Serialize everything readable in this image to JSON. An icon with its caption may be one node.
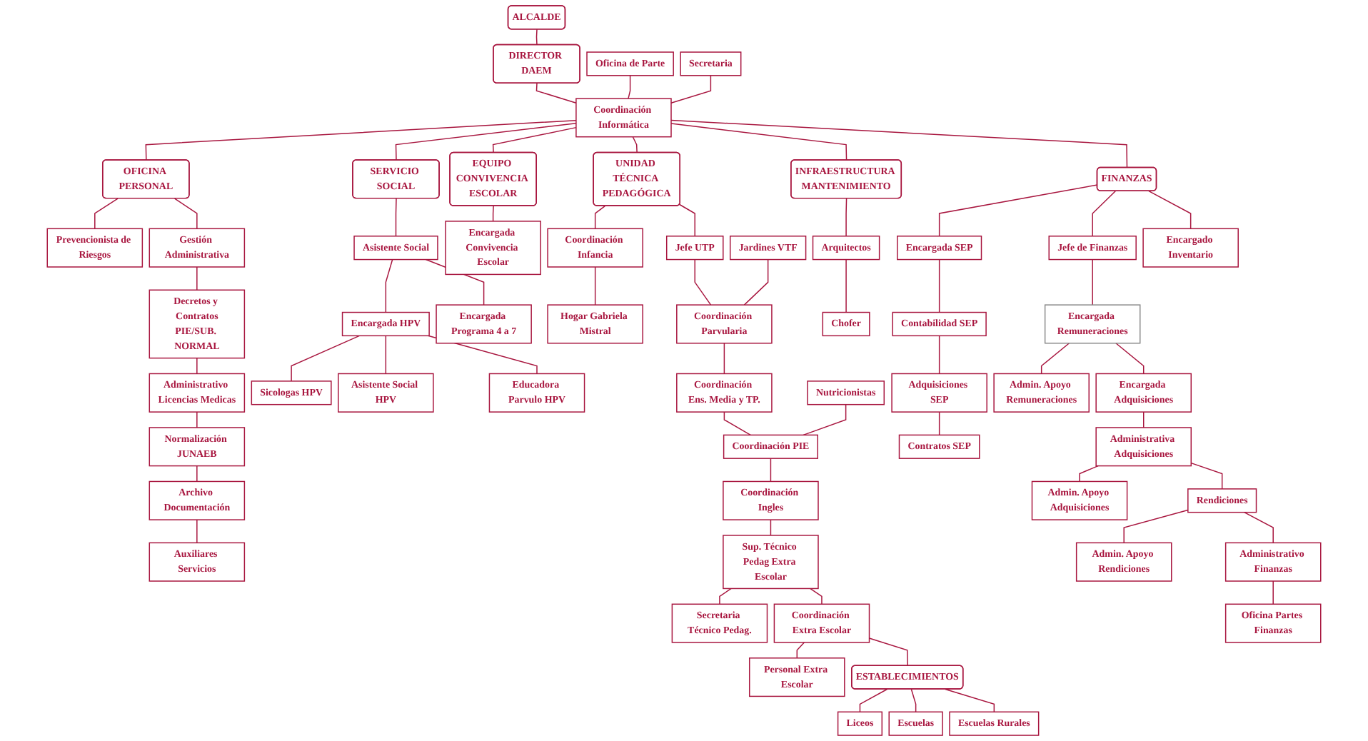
{
  "diagram": {
    "nodes": [
      {
        "text": [
          "ALCALDE"
        ]
      },
      {
        "text": [
          "DIRECTOR DAEM"
        ]
      },
      {
        "text": [
          "Oficina de Parte"
        ]
      },
      {
        "text": [
          "Coordinación Informática"
        ]
      },
      {
        "text": [
          "Secretaria"
        ]
      },
      {
        "text": [
          "OFICINA PERSONAL"
        ]
      },
      {
        "text": [
          "Prevencionista de Riesgos"
        ]
      },
      {
        "text": [
          "Gestión Administrativa"
        ]
      },
      {
        "text": [
          "Decretos y Contratos",
          "PIE/SUB. NORMAL"
        ]
      },
      {
        "text": [
          "Administrativo Licencias Medicas"
        ]
      },
      {
        "text": [
          "Normalización JUNAEB"
        ]
      },
      {
        "text": [
          "Archivo Documentación"
        ]
      },
      {
        "text": [
          "Auxiliares Servicios"
        ]
      },
      {
        "text": [
          "SERVICIO SOCIAL"
        ]
      },
      {
        "text": [
          "Asistente Social"
        ]
      },
      {
        "text": [
          "Encargada HPV"
        ]
      },
      {
        "text": [
          "Encargada Programa 4 a 7"
        ]
      },
      {
        "text": [
          "Sicologas HPV"
        ]
      },
      {
        "text": [
          "Asistente Social HPV"
        ]
      },
      {
        "text": [
          "Educadora Parvulo HPV"
        ]
      },
      {
        "text": [
          "EQUIPO CONVIVENCIA ESCOLAR"
        ]
      },
      {
        "text": [
          "Encargada Convivencia Escolar"
        ]
      },
      {
        "text": [
          "UNIDAD TÉCNICA PEDAGÓGICA"
        ]
      },
      {
        "text": [
          "Coordinación Infancia"
        ]
      },
      {
        "text": [
          "Hogar Gabriela Mistral"
        ]
      },
      {
        "text": [
          "Jefe UTP"
        ]
      },
      {
        "text": [
          "Jardines VTF"
        ]
      },
      {
        "text": [
          "Coordinación Parvularia"
        ]
      },
      {
        "text": [
          "Coordinación Ens. Media y TP."
        ]
      },
      {
        "text": [
          "Nutricionistas"
        ]
      },
      {
        "text": [
          "Coordinación PIE"
        ]
      },
      {
        "text": [
          "Coordinación Ingles"
        ]
      },
      {
        "text": [
          "Sup. Técnico Pedag Extra Escolar"
        ]
      },
      {
        "text": [
          "Secretaria Técnico Pedag."
        ]
      },
      {
        "text": [
          "Coordinación Extra Escolar"
        ]
      },
      {
        "text": [
          "Personal Extra Escolar"
        ]
      },
      {
        "text": [
          "ESTABLECIMIENTOS"
        ]
      },
      {
        "text": [
          "Liceos"
        ]
      },
      {
        "text": [
          "Escuelas"
        ]
      },
      {
        "text": [
          "Escuelas Rurales"
        ]
      },
      {
        "text": [
          "INFRAESTRUCTURA MANTENIMIENTO"
        ]
      },
      {
        "text": [
          "Arquitectos"
        ]
      },
      {
        "text": [
          "Chofer"
        ]
      },
      {
        "text": [
          "FINANZAS"
        ]
      },
      {
        "text": [
          "Jefe de Finanzas"
        ]
      },
      {
        "text": [
          "Encargada SEP"
        ]
      },
      {
        "text": [
          "Contabilidad SEP"
        ]
      },
      {
        "text": [
          "Adquisiciones SEP"
        ]
      },
      {
        "text": [
          "Contratos SEP"
        ]
      },
      {
        "text": [
          "Encargada Remuneraciones"
        ]
      },
      {
        "text": [
          "Admin. Apoyo Remuneraciones"
        ]
      },
      {
        "text": [
          "Encargada Adquisiciones"
        ]
      },
      {
        "text": [
          "Administrativa Adquisiciones"
        ]
      },
      {
        "text": [
          "Admin. Apoyo Adquisiciones"
        ]
      },
      {
        "text": [
          "Rendiciones"
        ]
      },
      {
        "text": [
          "Admin. Apoyo Rendiciones"
        ]
      },
      {
        "text": [
          "Administrativo Finanzas"
        ]
      },
      {
        "text": [
          "Oficina Partes Finanzas"
        ]
      },
      {
        "text": [
          "Encargado Inventario"
        ]
      }
    ],
    "edges": [
      {
        "from": 0,
        "to": 1,
        "arrow": "none"
      },
      {
        "from": 1,
        "to": 3,
        "arrow": "none"
      },
      {
        "from": 2,
        "to": 3,
        "arrow": "none"
      },
      {
        "from": 4,
        "to": 3,
        "arrow": "none"
      },
      {
        "from": 3,
        "to": 5,
        "arrow": "none"
      },
      {
        "from": 3,
        "to": 13,
        "arrow": "none"
      },
      {
        "from": 3,
        "to": 20,
        "arrow": "none"
      },
      {
        "from": 3,
        "to": 22,
        "arrow": "none"
      },
      {
        "from": 3,
        "to": 40,
        "arrow": "none"
      },
      {
        "from": 3,
        "to": 43,
        "arrow": "none"
      },
      {
        "from": 5,
        "to": 6,
        "arrow": "none"
      },
      {
        "from": 5,
        "to": 7,
        "arrow": "none"
      },
      {
        "from": 7,
        "to": 8,
        "arrow": "none"
      },
      {
        "from": 8,
        "to": 9,
        "arrow": "none"
      },
      {
        "from": 9,
        "to": 10,
        "arrow": "none"
      },
      {
        "from": 10,
        "to": 11,
        "arrow": "none"
      },
      {
        "from": 11,
        "to": 12,
        "arrow": "none"
      },
      {
        "from": 13,
        "to": 14,
        "arrow": "none"
      },
      {
        "from": 14,
        "to": 15,
        "arrow": "none"
      },
      {
        "from": 14,
        "to": 16,
        "arrow": "none"
      },
      {
        "from": 15,
        "to": 17,
        "arrow": "none"
      },
      {
        "from": 15,
        "to": 18,
        "arrow": "none"
      },
      {
        "from": 15,
        "to": 19,
        "arrow": "none"
      },
      {
        "from": 20,
        "to": 21,
        "arrow": "none"
      },
      {
        "from": 22,
        "to": 23,
        "arrow": "none"
      },
      {
        "from": 23,
        "to": 24,
        "arrow": "none"
      },
      {
        "from": 22,
        "to": 25,
        "arrow": "none"
      },
      {
        "from": 25,
        "to": 27,
        "arrow": "none"
      },
      {
        "from": 26,
        "to": 27,
        "arrow": "none"
      },
      {
        "from": 27,
        "to": 28,
        "arrow": "none"
      },
      {
        "from": 28,
        "to": 30,
        "arrow": "none"
      },
      {
        "from": 29,
        "to": 30,
        "arrow": "none"
      },
      {
        "from": 30,
        "to": 31,
        "arrow": "none"
      },
      {
        "from": 31,
        "to": 32,
        "arrow": "none"
      },
      {
        "from": 32,
        "to": 33,
        "arrow": "none"
      },
      {
        "from": 32,
        "to": 34,
        "arrow": "none"
      },
      {
        "from": 34,
        "to": 35,
        "arrow": "none"
      },
      {
        "from": 34,
        "to": 36,
        "arrow": "none"
      },
      {
        "from": 36,
        "to": 37,
        "arrow": "none"
      },
      {
        "from": 36,
        "to": 38,
        "arrow": "none"
      },
      {
        "from": 36,
        "to": 39,
        "arrow": "none"
      },
      {
        "from": 40,
        "to": 41,
        "arrow": "none"
      },
      {
        "from": 41,
        "to": 42,
        "arrow": "none"
      },
      {
        "from": 43,
        "to": 45,
        "arrow": "none"
      },
      {
        "from": 43,
        "to": 44,
        "arrow": "none"
      },
      {
        "from": 43,
        "to": 58,
        "arrow": "none"
      },
      {
        "from": 45,
        "to": 46,
        "arrow": "none"
      },
      {
        "from": 46,
        "to": 47,
        "arrow": "none"
      },
      {
        "from": 47,
        "to": 48,
        "arrow": "none"
      },
      {
        "from": 44,
        "to": 49,
        "arrow": "none"
      },
      {
        "from": 49,
        "to": 50,
        "arrow": "none"
      },
      {
        "from": 49,
        "to": 51,
        "arrow": "none"
      },
      {
        "from": 51,
        "to": 52,
        "arrow": "none"
      },
      {
        "from": 52,
        "to": 53,
        "arrow": "none"
      },
      {
        "from": 52,
        "to": 54,
        "arrow": "none"
      },
      {
        "from": 54,
        "to": 55,
        "arrow": "none"
      },
      {
        "from": 54,
        "to": 56,
        "arrow": "none"
      },
      {
        "from": 56,
        "to": 57,
        "arrow": "none"
      }
    ]
  }
}
